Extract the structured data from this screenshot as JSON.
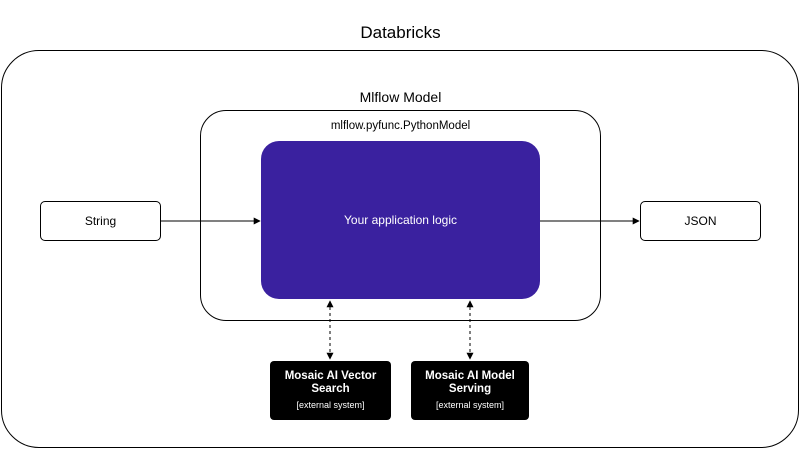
{
  "diagram": {
    "title": "Databricks",
    "mlflow_title": "Mlflow Model",
    "pyfunc_label": "mlflow.pyfunc.PythonModel",
    "logic_label": "Your application logic",
    "input_label": "String",
    "output_label": "JSON",
    "external_systems": [
      {
        "title": "Mosaic AI Vector Search",
        "note": "[external system]"
      },
      {
        "title": "Mosaic AI Model Serving",
        "note": "[external system]"
      }
    ],
    "colors": {
      "logic_fill": "#3a219f",
      "external_fill": "#000000",
      "stroke": "#000000"
    }
  }
}
